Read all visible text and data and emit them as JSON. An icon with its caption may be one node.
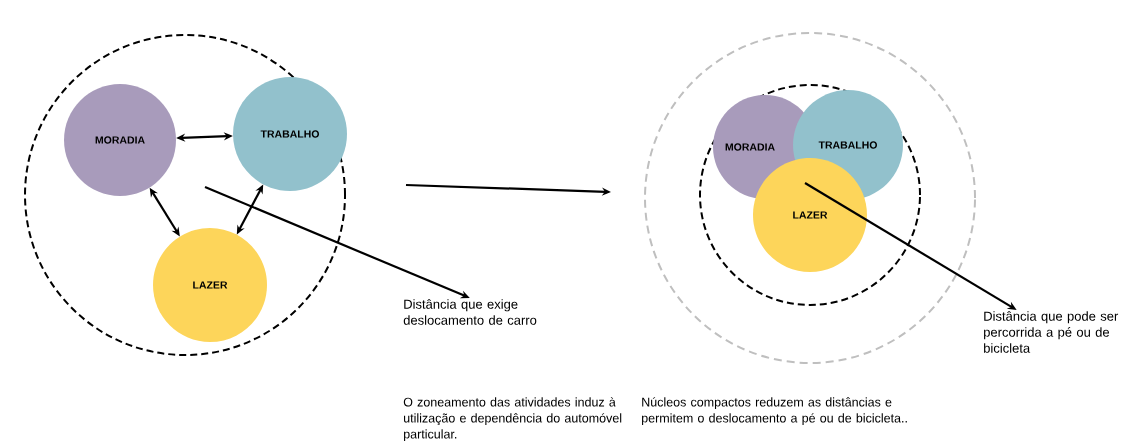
{
  "diagram": {
    "nodes": [
      {
        "text": [],
        "shape": "circle"
      },
      {
        "text": [
          "MORADIA"
        ],
        "in": 0
      },
      {
        "text": [
          "TRABALHO"
        ],
        "in": 0
      },
      {
        "text": [
          "LAZER"
        ],
        "in": 0
      },
      {
        "text": [],
        "shape": "circle"
      },
      {
        "text": [],
        "shape": "circle",
        "in": 4
      },
      {
        "text": [
          "MORADIA"
        ],
        "in": 5
      },
      {
        "text": [
          "TRABALHO"
        ],
        "in": 5
      },
      {
        "text": [
          "LAZER"
        ],
        "in": 5
      },
      {
        "text": [
          "Distância que exige deslocamento de carro"
        ]
      },
      {
        "text": [
          "Distância que pode ser percorrida a pé ou de bicicleta"
        ]
      }
    ],
    "edges": [
      {
        "from": 1,
        "to": 2,
        "arrow": "both"
      },
      {
        "from": 1,
        "to": 3,
        "arrow": "both"
      },
      {
        "from": 2,
        "to": 3,
        "arrow": "both"
      },
      {
        "from": null,
        "to": 9,
        "arrow": "to"
      },
      {
        "from": 0,
        "to": 4,
        "arrow": "to"
      },
      {
        "from": 8,
        "to": 10,
        "arrow": "to"
      }
    ],
    "labels": [
      "O zoneamento das atividades induz à utilização e dependência do automóvel particular.",
      "Núcleos compactos reduzem as distâncias e permitem o deslocamento a pé ou de bicicleta.."
    ]
  }
}
